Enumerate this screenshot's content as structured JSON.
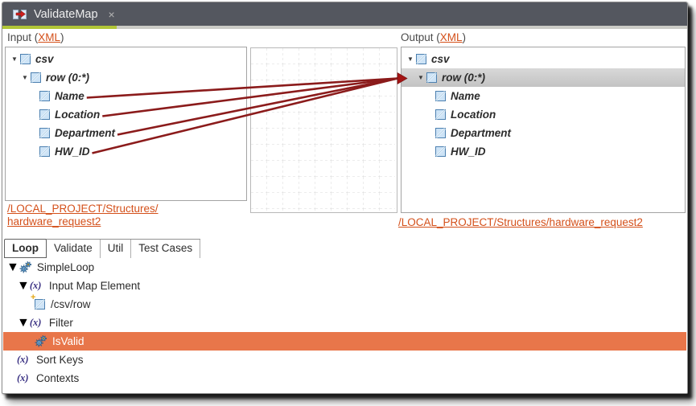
{
  "editor_tab": {
    "title": "ValidateMap",
    "close_glyph": "×"
  },
  "input_panel": {
    "header": {
      "prefix": "Input (",
      "link": "XML",
      "suffix": ")"
    },
    "tree": [
      {
        "label": "csv"
      },
      {
        "label": "row (0:*)"
      },
      {
        "label": "Name"
      },
      {
        "label": "Location"
      },
      {
        "label": "Department"
      },
      {
        "label": "HW_ID"
      }
    ],
    "schema_link": {
      "line1": "/LOCAL_PROJECT/Structures/",
      "line2": "hardware_request2"
    }
  },
  "output_panel": {
    "header": {
      "prefix": "Output (",
      "link": "XML",
      "suffix": ")"
    },
    "tree": [
      {
        "label": "csv"
      },
      {
        "label": "row (0:*)",
        "selected": true
      },
      {
        "label": "Name"
      },
      {
        "label": "Location"
      },
      {
        "label": "Department"
      },
      {
        "label": "HW_ID"
      }
    ],
    "schema_link": "/LOCAL_PROJECT/Structures/hardware_request2"
  },
  "mappings": [
    {
      "from": "Name",
      "to": "row (0:*)"
    },
    {
      "from": "Location",
      "to": "row (0:*)"
    },
    {
      "from": "Department",
      "to": "row (0:*)"
    },
    {
      "from": "HW_ID",
      "to": "row (0:*)"
    }
  ],
  "bottom_tabs": [
    {
      "label": "Loop",
      "active": true
    },
    {
      "label": "Validate",
      "active": false
    },
    {
      "label": "Util",
      "active": false
    },
    {
      "label": "Test Cases",
      "active": false
    }
  ],
  "loop_tree": [
    {
      "label": "SimpleLoop",
      "icon": "gears"
    },
    {
      "label": "Input Map Element",
      "icon": "fx"
    },
    {
      "label": "/csv/row",
      "icon": "xml-element-new"
    },
    {
      "label": "Filter",
      "icon": "fx"
    },
    {
      "label": "IsValid",
      "icon": "gears",
      "selected": true
    },
    {
      "label": "Sort Keys",
      "icon": "fx"
    },
    {
      "label": "Contexts",
      "icon": "fx"
    }
  ],
  "colors": {
    "topbar": "#54575f",
    "accent_green": "#b1c537",
    "link_orange": "#d4501a",
    "map_line": "#8b1b1b",
    "selection_orange": "#e8764a",
    "selection_gray": "#cccccc"
  }
}
